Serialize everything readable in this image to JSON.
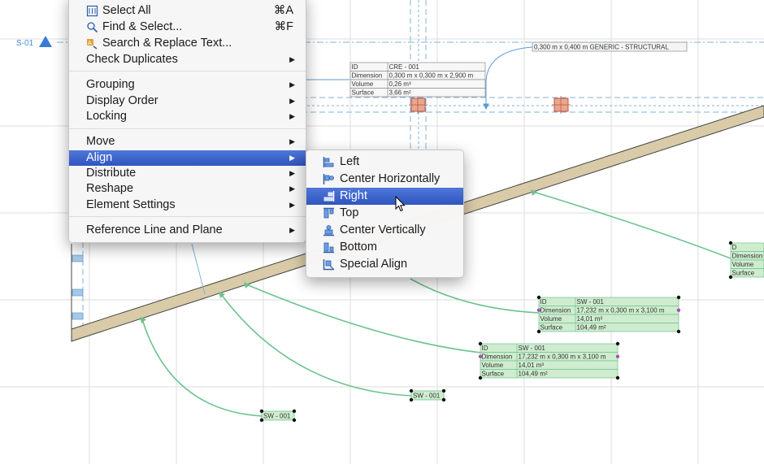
{
  "canvas": {
    "story_marker": "S-01",
    "beam_label": "0,300 m x 0,400 m GENERIC - STRUCTURAL",
    "column_info": [
      [
        "ID",
        "CRE - 001"
      ],
      [
        "Dimension",
        "0,300 m x 0,300 m x 2,900 m"
      ],
      [
        "Volume",
        "0,26 m³"
      ],
      [
        "Surface",
        "3,66 m²"
      ]
    ],
    "wall_info_a": [
      [
        "ID",
        "SW - 001"
      ],
      [
        "Dimension",
        "17,232 m x 0,300 m x 3,100 m"
      ],
      [
        "Volume",
        "14,01 m³"
      ],
      [
        "Surface",
        "104,49 m²"
      ]
    ],
    "wall_info_b": [
      [
        "ID",
        "SW - 001"
      ],
      [
        "Dimension",
        "17,232 m x 0,300 m x 3,100 m"
      ],
      [
        "Volume",
        "14,01 m³"
      ],
      [
        "Surface",
        "104,49 m²"
      ]
    ],
    "wall_info_c": [
      [
        "ID",
        ""
      ],
      [
        "Dimension",
        ""
      ],
      [
        "Volume",
        ""
      ],
      [
        "Surface",
        ""
      ]
    ],
    "tag_1": "SW - 001",
    "tag_2": "SW - 001"
  },
  "menu": {
    "items": [
      {
        "label": "Select All",
        "shortcut": "⌘A",
        "icon": "select-all-icon"
      },
      {
        "label": "Find & Select...",
        "shortcut": "⌘F",
        "icon": "find-select-icon"
      },
      {
        "label": "Search & Replace Text...",
        "icon": "search-replace-icon"
      },
      {
        "label": "Check Duplicates",
        "arrow": "▶"
      },
      {
        "label": "Grouping",
        "arrow": "▶"
      },
      {
        "label": "Display Order",
        "arrow": "▶"
      },
      {
        "label": "Locking",
        "arrow": "▶"
      },
      {
        "label": "Move",
        "arrow": "▶"
      },
      {
        "label": "Align",
        "arrow": "▶",
        "selected": true
      },
      {
        "label": "Distribute",
        "arrow": "▶"
      },
      {
        "label": "Reshape",
        "arrow": "▶"
      },
      {
        "label": "Element Settings",
        "arrow": "▶"
      },
      {
        "label": "Reference Line and Plane",
        "arrow": "▶"
      }
    ]
  },
  "align_submenu": {
    "items": [
      {
        "label": "Left",
        "icon": "align-left-icon"
      },
      {
        "label": "Center Horizontally",
        "icon": "align-center-horizontal-icon"
      },
      {
        "label": "Right",
        "icon": "align-right-icon",
        "selected": true
      },
      {
        "label": "Top",
        "icon": "align-top-icon"
      },
      {
        "label": "Center Vertically",
        "icon": "align-center-vertical-icon"
      },
      {
        "label": "Bottom",
        "icon": "align-bottom-icon"
      },
      {
        "label": "Special Align",
        "icon": "special-align-icon"
      }
    ]
  },
  "colors": {
    "highlight": "#3b5fc6",
    "label_green": "#cfeccf",
    "leader_green": "#6cc38e",
    "wall_fill": "#d9cba8",
    "grid": "#dcdcdc",
    "axis_blue": "#7fb3d9"
  }
}
